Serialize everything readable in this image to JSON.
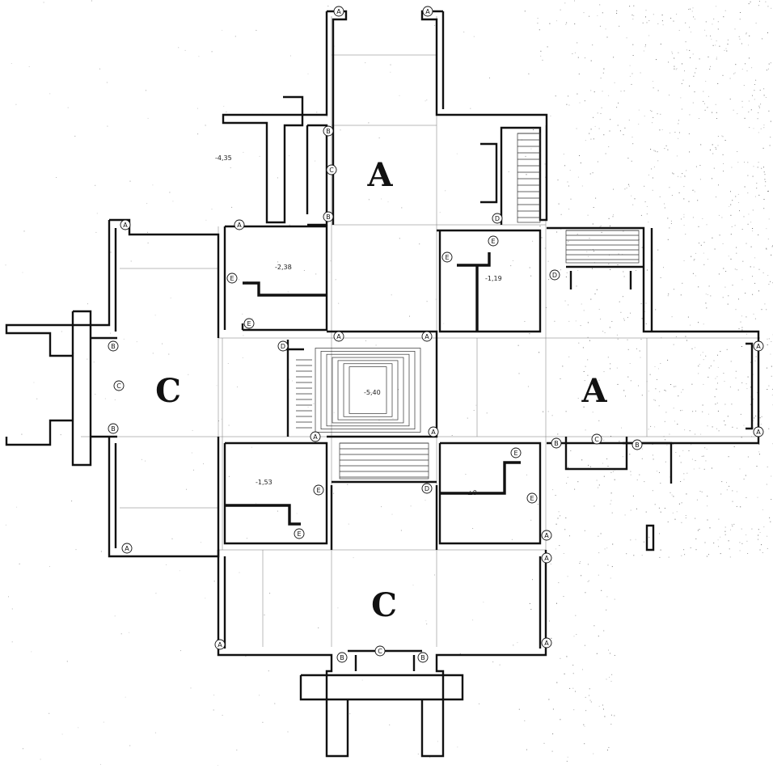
{
  "plan": {
    "zones": [
      "A",
      "C",
      "A",
      "C"
    ],
    "levels": [
      "-4,35",
      "-2,38",
      "-1,19",
      "-5,40",
      "-1,53",
      "±0"
    ],
    "tag_letters": [
      "A",
      "B",
      "C",
      "D",
      "E"
    ],
    "colors": {
      "ink": "#111111",
      "paper": "#ffffff",
      "speckle": "#555555"
    }
  }
}
